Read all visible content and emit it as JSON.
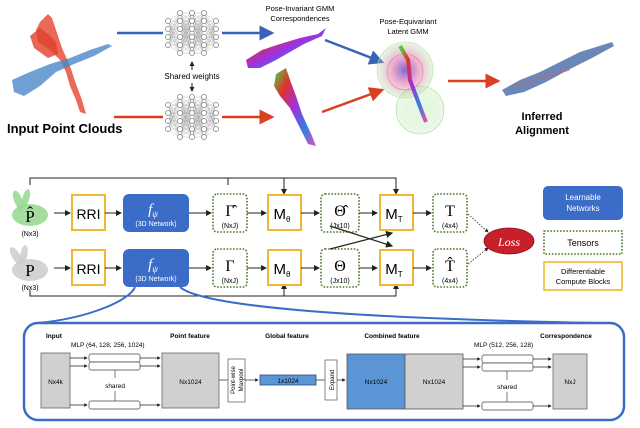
{
  "top_panel": {
    "input_label": "Input Point Clouds",
    "shared_weights_label": "Shared weights",
    "correspondences_label_line1": "Pose-Invariant GMM",
    "correspondences_label_line2": "Correspondences",
    "latent_gmm_label_line1": "Pose-Equivariant",
    "latent_gmm_label_line2": "Latent GMM",
    "output_label_line1": "Inferred",
    "output_label_line2": "Alignment"
  },
  "pipeline": {
    "top_row": {
      "input_symbol": "P̂",
      "input_shape": "(Nx3)",
      "rri_label": "RRI",
      "network_symbol": "f",
      "network_subscript": "ψ",
      "network_caption": "(3D Network)",
      "gamma_symbol": "Γ̂",
      "gamma_shape": "(NxJ)",
      "m_theta_label": "M",
      "m_theta_sub": "θ",
      "theta_symbol": "Θ̂",
      "theta_shape": "(Jx10)",
      "m_t_label": "M",
      "m_t_sub": "T",
      "t_symbol": "T",
      "t_shape": "(4x4)"
    },
    "bottom_row": {
      "input_symbol": "P",
      "input_shape": "(Nx3)",
      "rri_label": "RRI",
      "network_symbol": "f",
      "network_subscript": "ψ",
      "network_caption": "(3D Network)",
      "gamma_symbol": "Γ",
      "gamma_shape": "(NxJ)",
      "m_theta_label": "M",
      "m_theta_sub": "θ",
      "theta_symbol": "Θ",
      "theta_shape": "(Jx10)",
      "m_t_label": "M",
      "m_t_sub": "T",
      "t_symbol": "T̂",
      "t_shape": "(4x4)"
    },
    "loss_label": "Loss"
  },
  "legend": {
    "learnable_line1": "Learnable",
    "learnable_line2": "Networks",
    "tensors": "Tensors",
    "compute_line1": "Differentiable",
    "compute_line2": "Compute Blocks"
  },
  "network_detail": {
    "input_header": "Input",
    "input_block": "Nx4k",
    "mlp1_label": "MLP (64, 128, 256, 1024)",
    "shared1": "shared",
    "point_feature_header": "Point feature",
    "point_feature_block": "Nx1024",
    "maxpool_line1": "Point-wise",
    "maxpool_line2": "Maxpool",
    "global_feature_header": "Global feature",
    "global_feature_block": "1x1024",
    "expand_label": "Expand",
    "combined_header": "Combined feature",
    "combined_block_a": "Nx1024",
    "combined_block_b": "Nx1024",
    "mlp2_label": "MLP (512, 256, 128)",
    "shared2": "shared",
    "correspondence_header": "Correspondence",
    "correspondence_block": "NxJ"
  },
  "colors": {
    "network_blue": "#3a6cc8",
    "compute_yellow": "#f2b731",
    "tensor_green": "#4a7a2a",
    "loss_red": "#c8202a",
    "arrow_blue": "#3a62b8",
    "arrow_red": "#d8401e",
    "detail_border": "#3a6cc8",
    "block_gray": "#d0d0d0",
    "block_blue": "#5b95d5"
  }
}
